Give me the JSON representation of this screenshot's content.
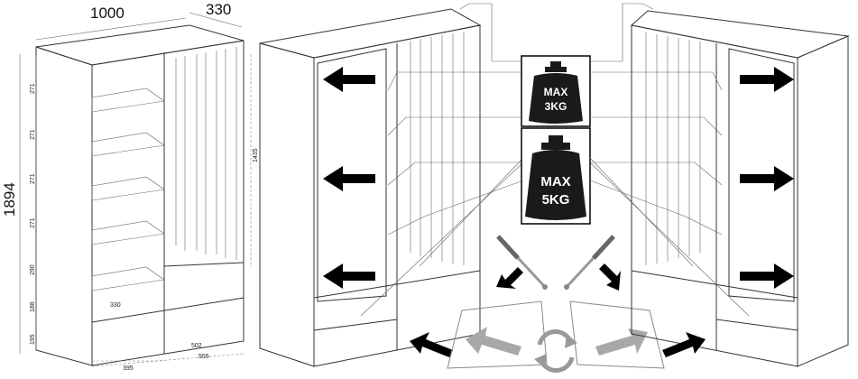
{
  "dimensions": {
    "width": "1000",
    "depth": "330",
    "height": "1894",
    "shelf_spacing": [
      "271",
      "271",
      "271",
      "271",
      "290",
      "188",
      "195"
    ],
    "right_height": "1435",
    "inner_depth": "330",
    "bottom_widths": [
      "395",
      "502",
      "555"
    ]
  },
  "load_limits": {
    "shelf": {
      "line1": "MAX",
      "line2": "3KG"
    },
    "bottom": {
      "line1": "MAX",
      "line2": "5KG"
    }
  },
  "icons": {
    "weight": "weight-icon",
    "rotate": "rotate-icon",
    "gas_strut": "gas-strut-icon"
  },
  "colors": {
    "weight_fill": "#1a1a1a",
    "arrow_primary": "#000000",
    "arrow_secondary": "#a8a8a8"
  }
}
